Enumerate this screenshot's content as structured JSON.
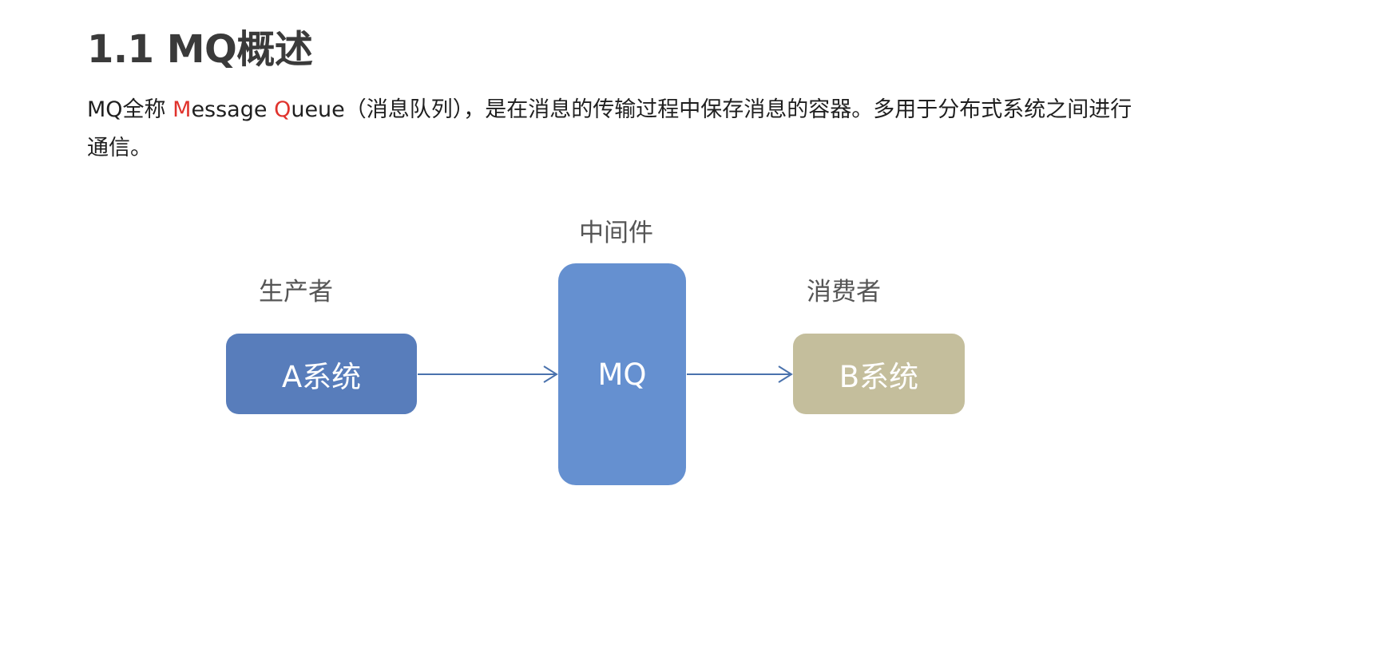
{
  "heading": "1.1 MQ概述",
  "intro": {
    "prefix": "MQ全称 ",
    "m_letter": "M",
    "essage": "essage ",
    "q_letter": "Q",
    "rest": "ueue（消息队列），是在消息的传输过程中保存消息的容器。多用于分布式系统之间进行通信。"
  },
  "diagram": {
    "producer_caption": "生产者",
    "middleware_caption": "中间件",
    "consumer_caption": "消费者",
    "system_a": "A系统",
    "mq": "MQ",
    "system_b": "B系统"
  },
  "colors": {
    "system_a": "#587dbb",
    "mq": "#6590d0",
    "system_b": "#c4be9c",
    "arrow": "#4a72ad",
    "highlight": "#e0332d"
  }
}
